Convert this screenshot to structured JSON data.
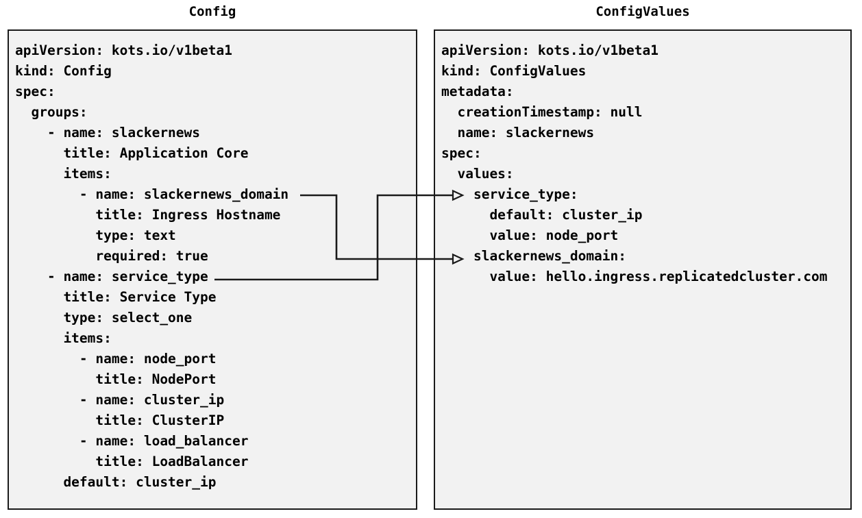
{
  "diagram": {
    "title_left": "Config",
    "title_right": "ConfigValues",
    "background": "#ffffff",
    "panel_fill": "#f2f2f2",
    "panel_border": "#1a1a1a",
    "text_color": "#000000",
    "connector_color": "#1a1a1a"
  },
  "config_panel": {
    "title": "Config",
    "lines": [
      "apiVersion: kots.io/v1beta1",
      "kind: Config",
      "spec:",
      "  groups:",
      "    - name: slackernews",
      "      title: Application Core",
      "      items:",
      "        - name: slackernews_domain",
      "          title: Ingress Hostname",
      "          type: text",
      "          required: true",
      "    - name: service_type",
      "      title: Service Type",
      "      type: select_one",
      "      items:",
      "        - name: node_port",
      "          title: NodePort",
      "        - name: cluster_ip",
      "          title: ClusterIP",
      "        - name: load_balancer",
      "          title: LoadBalancer",
      "      default: cluster_ip"
    ]
  },
  "configvalues_panel": {
    "title": "ConfigValues",
    "lines": [
      "apiVersion: kots.io/v1beta1",
      "kind: ConfigValues",
      "metadata:",
      "  creationTimestamp: null",
      "  name: slackernews",
      "spec:",
      "  values:",
      "    service_type:",
      "      default: cluster_ip",
      "      value: node_port",
      "    slackernews_domain:",
      "      value: hello.ingress.replicatedcluster.com"
    ]
  },
  "connectors": [
    {
      "id": "slackernews-domain-link",
      "from_label": "slackernews_domain",
      "to_label": "slackernews_domain:",
      "arrowhead": "open-triangle"
    },
    {
      "id": "service-type-link",
      "from_label": "service_type",
      "to_label": "service_type:",
      "arrowhead": "open-triangle"
    }
  ]
}
